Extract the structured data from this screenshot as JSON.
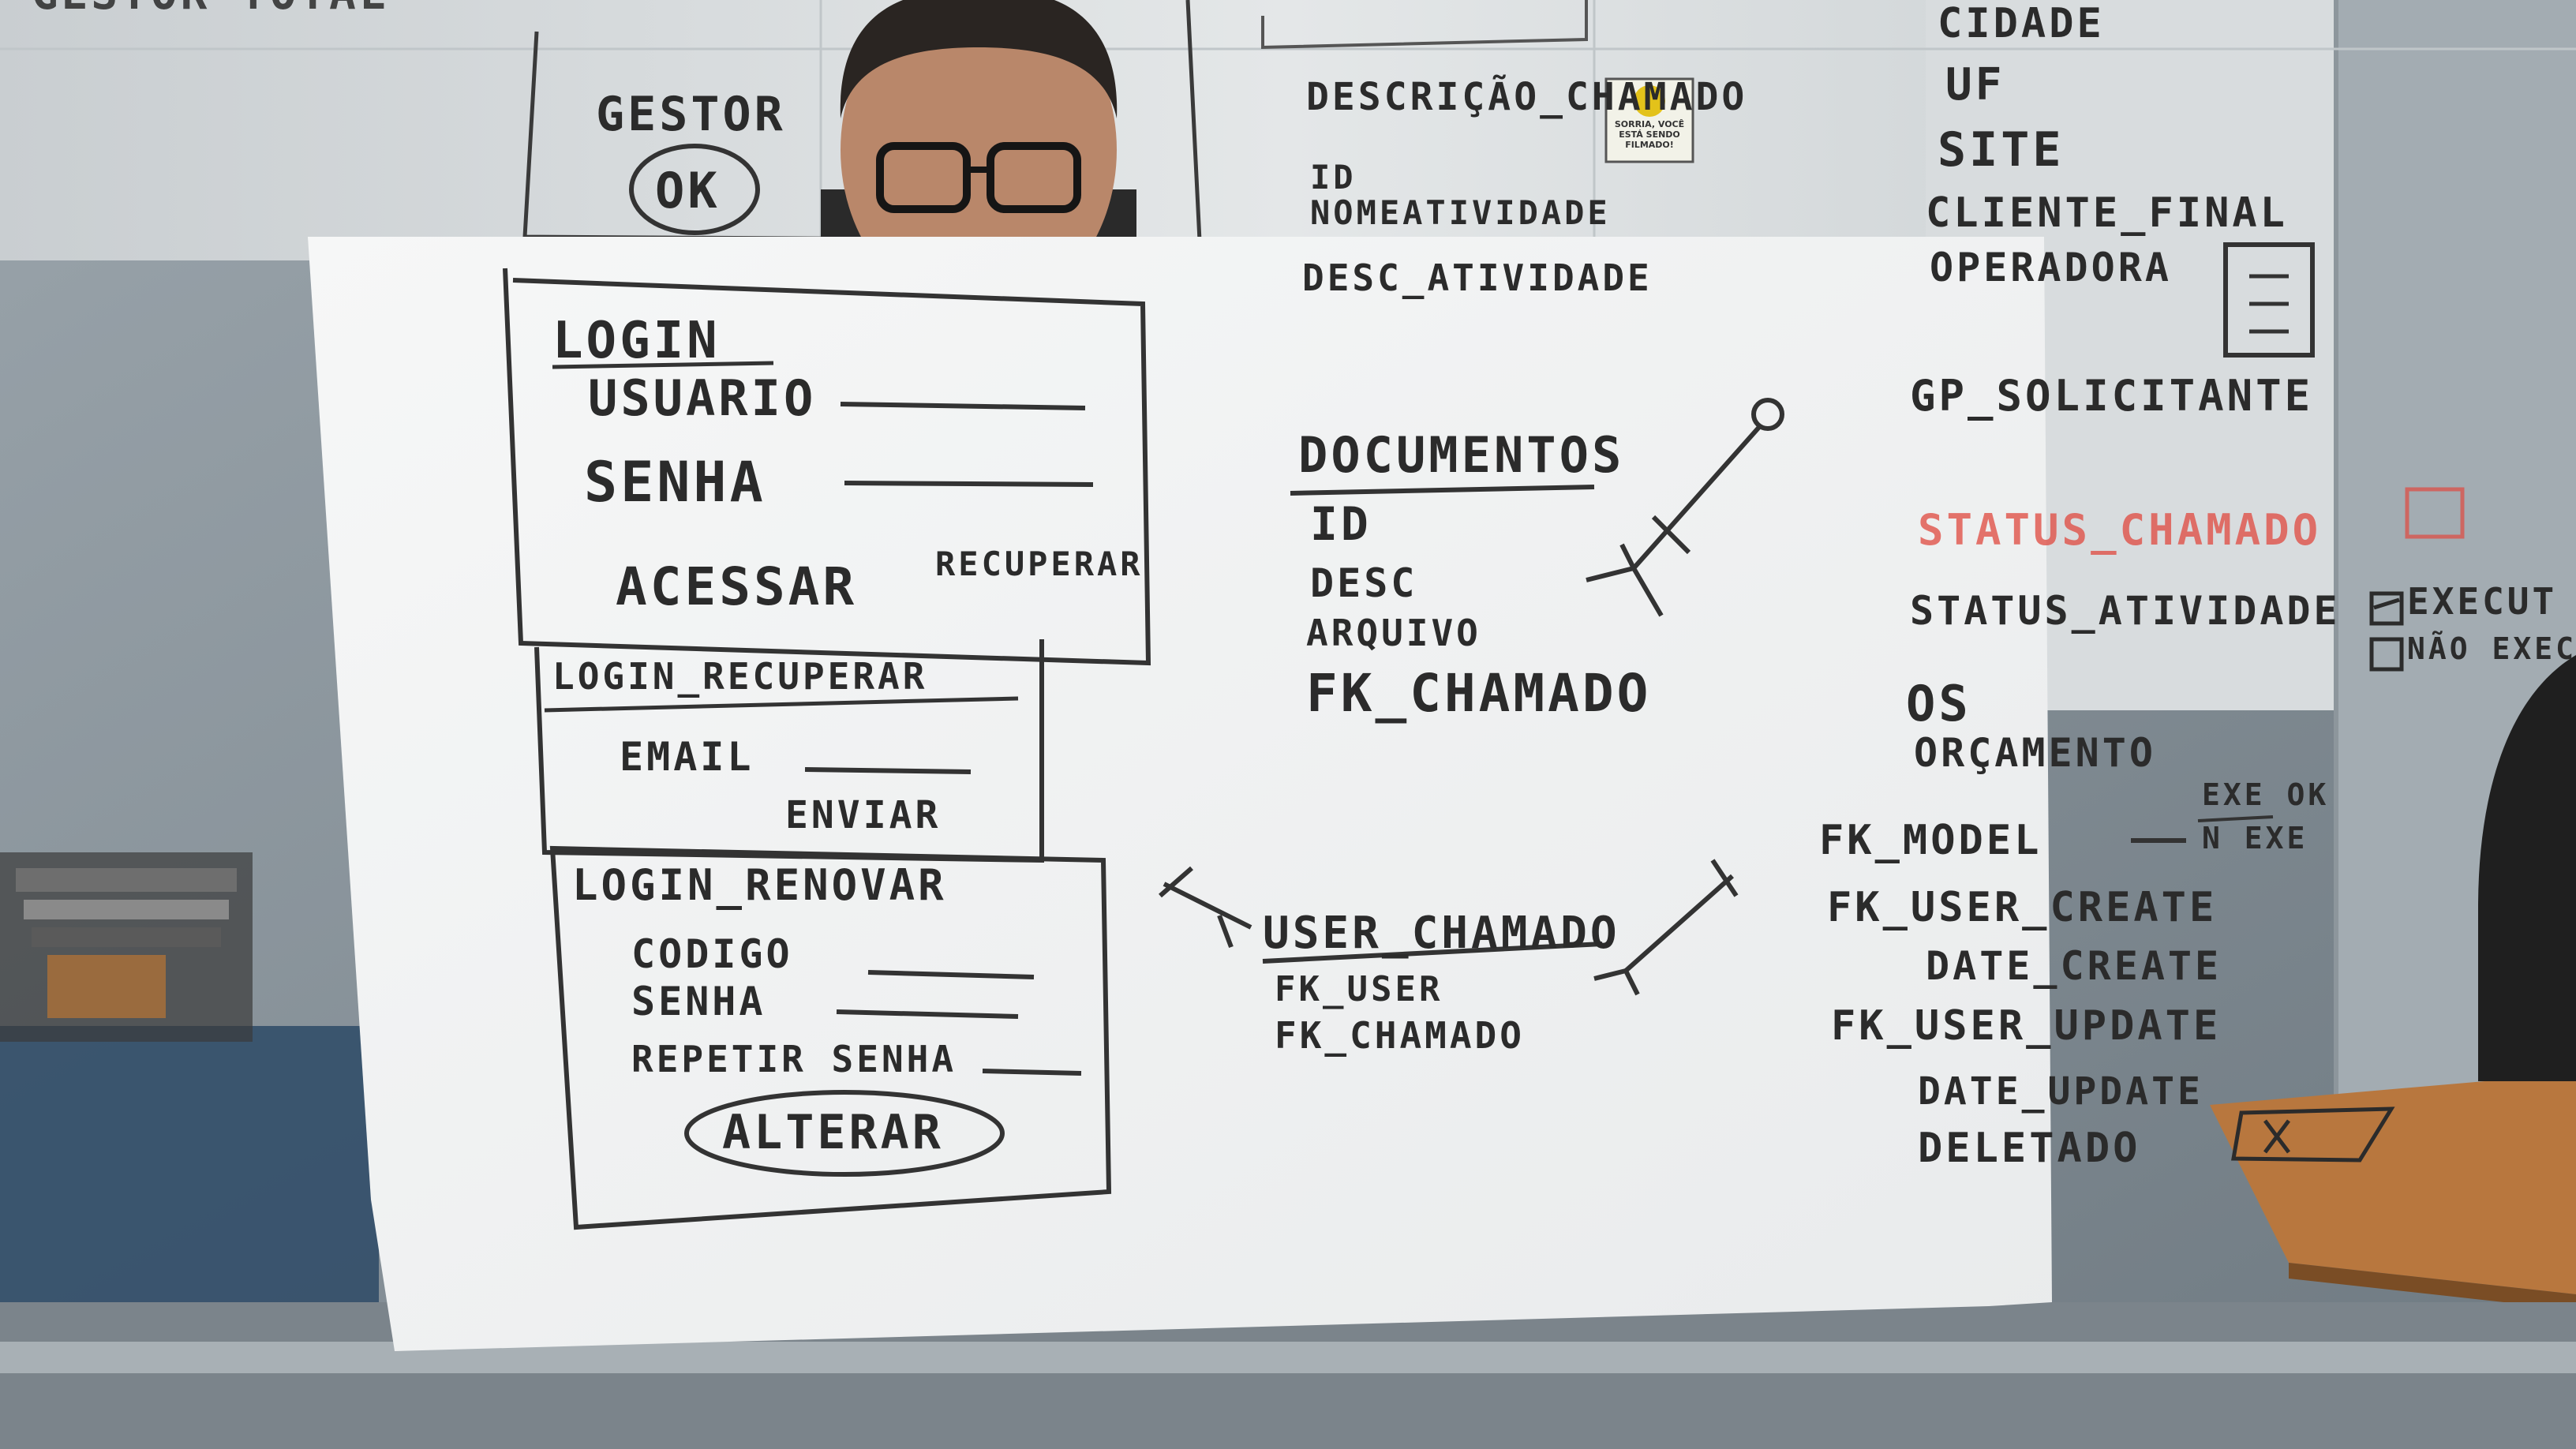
{
  "top_whiteboard": {
    "cut_header": "GESTOR TOTAL",
    "gestor": "GESTOR",
    "ok_label": "OK"
  },
  "top_entity": {
    "title": "DESCRIÇÃO_CHAMADO",
    "fields": [
      "ID",
      "NOMEATIVIDADE",
      "DESC_ATIVIDADE"
    ]
  },
  "sticker": {
    "text_lines": [
      "SORRIA, VOCÊ",
      "ESTÁ SENDO",
      "FILMADO!"
    ]
  },
  "right_fields": [
    "CIDADE",
    "UF",
    "SITE",
    "CLIENTE_FINAL",
    "OPERADORA",
    "GP_SOLICITANTE",
    "STATUS_CHAMADO",
    "STATUS_ATIVIDADE",
    "OS",
    "ORÇAMENTO",
    "FK_MODEL",
    "FK_USER_CREATE",
    "DATE_CREATE",
    "FK_USER_UPDATE",
    "DATE_UPDATE",
    "DELETADO"
  ],
  "status_options": {
    "checked": "EXECUT",
    "unchecked": "NÃO EXEC"
  },
  "model_options": {
    "top": "EXE OK",
    "bottom": "N EXE"
  },
  "login": {
    "title": "LOGIN",
    "user_label": "USUARIO",
    "password_label": "SENHA",
    "access_button": "ACESSAR",
    "recover_link": "RECUPERAR"
  },
  "recover": {
    "title": "LOGIN_RECUPERAR",
    "email_label": "EMAIL",
    "send_button": "ENVIAR"
  },
  "renew": {
    "title": "LOGIN_RENOVAR",
    "code_label": "CODIGO",
    "password_label": "SENHA",
    "repeat_label": "REPETIR SENHA",
    "change_button": "ALTERAR"
  },
  "documents": {
    "title": "DOCUMENTOS",
    "fields": [
      "ID",
      "DESC",
      "ARQUIVO",
      "FK_CHAMADO"
    ]
  },
  "user_chamado": {
    "title": "USER_CHAMADO",
    "fields": [
      "FK_USER",
      "FK_CHAMADO"
    ]
  },
  "colors": {
    "wall": "#8a949c",
    "whiteboard": "#dfe3e5",
    "paper": "#f3f4f4",
    "marker": "#2b2b2b",
    "red_marker": "#e0483e",
    "desk": "#b8773e"
  }
}
